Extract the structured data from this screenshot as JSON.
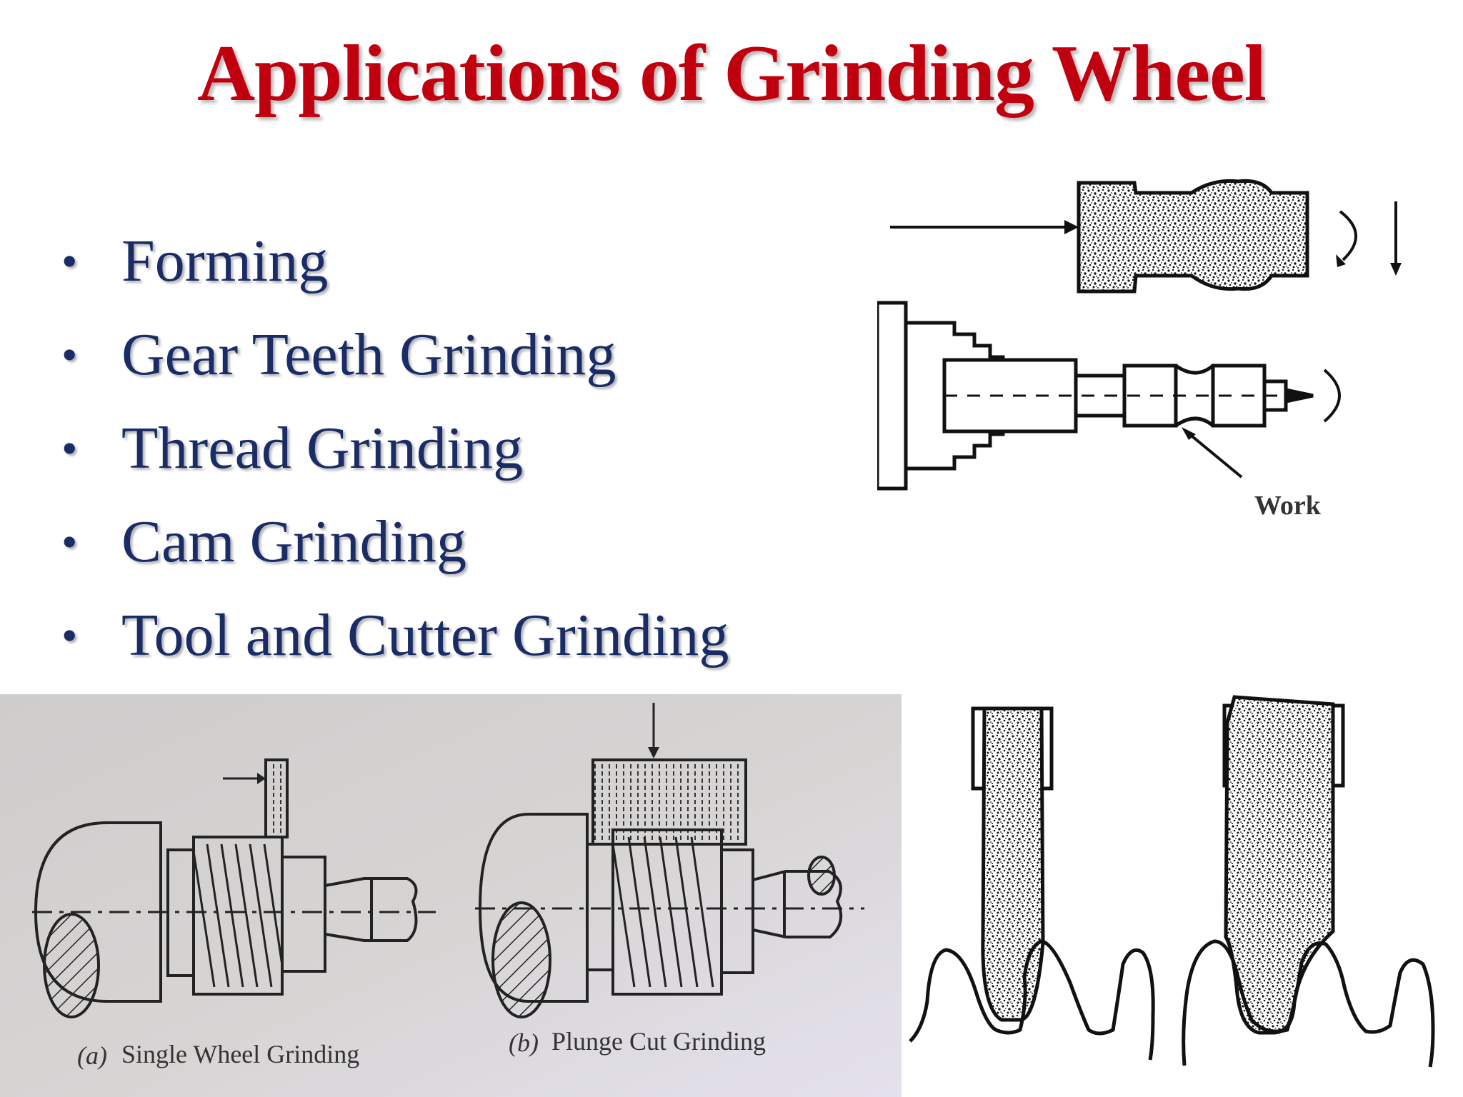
{
  "slide": {
    "title": "Applications of Grinding Wheel",
    "bullet_symbol": "•",
    "bullets": [
      "Forming",
      "Gear Teeth Grinding",
      "Thread Grinding",
      "Cam Grinding",
      "Tool and Cutter Grinding"
    ]
  },
  "figures": {
    "forming": {
      "work_label": "Work"
    },
    "thread": {
      "caption_a_prefix": "(a)",
      "caption_a": "Single Wheel Grinding",
      "caption_b_prefix": "(b)",
      "caption_b": "Plunge Cut Grinding"
    }
  },
  "colors": {
    "title": "#c0000f",
    "bullet_text": "#1a2c66",
    "thread_panel_bg": "#d6d4d2"
  }
}
